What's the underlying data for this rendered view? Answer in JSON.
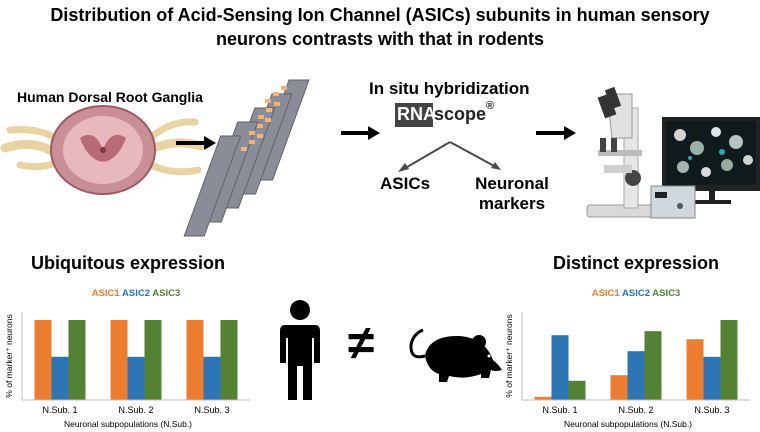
{
  "title_line1": "Distribution of Acid-Sensing Ion Channel (ASICs) subunits in human sensory",
  "title_line2": "neurons contrasts with that in rodents",
  "tissue_label": "Human Dorsal Root Ganglia",
  "method_title": "In situ hybridization",
  "rnascope_box": "RNA",
  "rnascope_rest": "scope",
  "rnascope_reg": "®",
  "branch_left": "ASICs",
  "branch_right_line1": "Neuronal",
  "branch_right_line2": "markers",
  "not_equal": "≠",
  "left_panel": {
    "heading": "Ubiquitous expression"
  },
  "right_panel": {
    "heading": "Distinct expression"
  },
  "colors": {
    "asic1": "#ed7d31",
    "asic2": "#2e75b6",
    "asic3": "#548235",
    "not_equal": "#e00000",
    "tissue": "#f2d49b"
  },
  "chart_data": [
    {
      "type": "bar",
      "title": "",
      "categories": [
        "N.Sub. 1",
        "N.Sub. 2",
        "N.Sub. 3"
      ],
      "series": [
        {
          "name": "ASIC1",
          "values": [
            1.0,
            1.0,
            1.0
          ]
        },
        {
          "name": "ASIC2",
          "values": [
            0.54,
            0.54,
            0.54
          ]
        },
        {
          "name": "ASIC3",
          "values": [
            1.0,
            1.0,
            1.0
          ]
        }
      ],
      "xlabel": "Neuronal subpopulations (N.Sub.)",
      "ylabel": "% of marker⁺ neurons",
      "ylim": [
        0,
        1
      ],
      "legend_position": "top"
    },
    {
      "type": "bar",
      "title": "",
      "categories": [
        "N.Sub. 1",
        "N.Sub. 2",
        "N.Sub. 3"
      ],
      "series": [
        {
          "name": "ASIC1",
          "values": [
            0.04,
            0.31,
            0.76
          ]
        },
        {
          "name": "ASIC2",
          "values": [
            0.81,
            0.61,
            0.54
          ]
        },
        {
          "name": "ASIC3",
          "values": [
            0.24,
            0.86,
            1.0
          ]
        }
      ],
      "xlabel": "Neuronal subpopulations (N.Sub.)",
      "ylabel": "% of marker⁺ neurons",
      "ylim": [
        0,
        1
      ],
      "legend_position": "top"
    }
  ]
}
